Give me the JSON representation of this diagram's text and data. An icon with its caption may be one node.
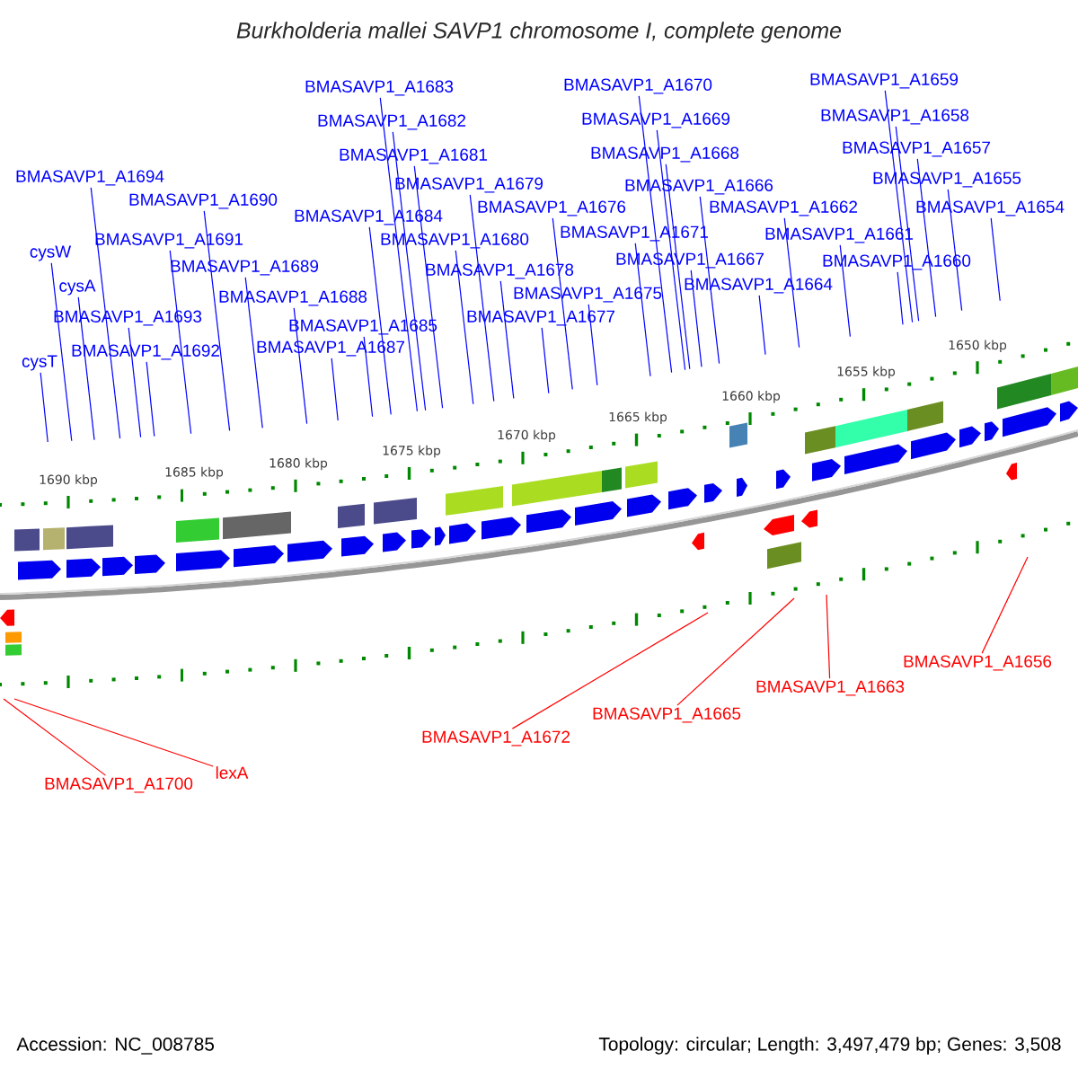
{
  "diagram": {
    "title": "Burkholderia mallei SAVP1 chromosome I, complete genome",
    "nodes": [
      {
        "text": [
          "BMASAVP1_A1659"
        ]
      },
      {
        "text": [
          "BMASAVP1_A1670"
        ]
      },
      {
        "text": [
          "BMASAVP1_A1683"
        ]
      },
      {
        "text": [
          "BMASAVP1_A1658"
        ]
      },
      {
        "text": [
          "BMASAVP1_A1669"
        ]
      },
      {
        "text": [
          "BMASAVP1_A1682"
        ]
      },
      {
        "text": [
          "BMASAVP1_A1657"
        ]
      },
      {
        "text": [
          "BMASAVP1_A1668"
        ]
      },
      {
        "text": [
          "BMASAVP1_A1681"
        ]
      },
      {
        "text": [
          "BMASAVP1_A1694"
        ]
      },
      {
        "text": [
          "BMASAVP1_A1655"
        ]
      },
      {
        "text": [
          "BMASAVP1_A1679"
        ]
      },
      {
        "text": [
          "BMASAVP1_A1666"
        ]
      },
      {
        "text": [
          "BMASAVP1_A1690"
        ]
      },
      {
        "text": [
          "BMASAVP1_A1676"
        ]
      },
      {
        "text": [
          "BMASAVP1_A1662"
        ]
      },
      {
        "text": [
          "BMASAVP1_A1654"
        ]
      },
      {
        "text": [
          "BMASAVP1_A1684"
        ]
      },
      {
        "text": [
          "BMASAVP1_A1671"
        ]
      },
      {
        "text": [
          "BMASAVP1_A1661"
        ]
      },
      {
        "text": [
          "BMASAVP1_A1691"
        ]
      },
      {
        "text": [
          "BMASAVP1_A1680"
        ]
      },
      {
        "text": [
          "cysW"
        ]
      },
      {
        "text": [
          "BMASAVP1_A1667"
        ]
      },
      {
        "text": [
          "BMASAVP1_A1660"
        ]
      },
      {
        "text": [
          "BMASAVP1_A1689"
        ]
      },
      {
        "text": [
          "BMASAVP1_A1678"
        ]
      },
      {
        "text": [
          "cysA"
        ]
      },
      {
        "text": [
          "BMASAVP1_A1664"
        ]
      },
      {
        "text": [
          "BMASAVP1_A1675"
        ]
      },
      {
        "text": [
          "BMASAVP1_A1688"
        ]
      },
      {
        "text": [
          "BMASAVP1_A1693"
        ]
      },
      {
        "text": [
          "BMASAVP1_A1677"
        ]
      },
      {
        "text": [
          "BMASAVP1_A1685"
        ]
      },
      {
        "text": [
          "BMASAVP1_A1687"
        ]
      },
      {
        "text": [
          "BMASAVP1_A1692"
        ]
      },
      {
        "text": [
          "cysT"
        ]
      },
      {
        "text": [
          "BMASAVP1_A1656"
        ]
      },
      {
        "text": [
          "BMASAVP1_A1663"
        ]
      },
      {
        "text": [
          "BMASAVP1_A1665"
        ]
      },
      {
        "text": [
          "BMASAVP1_A1672"
        ]
      },
      {
        "text": [
          "lexA"
        ]
      },
      {
        "text": [
          "BMASAVP1_A1700"
        ]
      }
    ],
    "edges": [
      {
        "from": 0,
        "to": null,
        "arrow": "none"
      },
      {
        "from": 1,
        "to": null,
        "arrow": "none"
      },
      {
        "from": 2,
        "to": null,
        "arrow": "none"
      },
      {
        "from": 3,
        "to": null,
        "arrow": "none"
      },
      {
        "from": 4,
        "to": null,
        "arrow": "none"
      },
      {
        "from": 5,
        "to": null,
        "arrow": "none"
      },
      {
        "from": 6,
        "to": null,
        "arrow": "none"
      },
      {
        "from": 7,
        "to": null,
        "arrow": "none"
      },
      {
        "from": 8,
        "to": null,
        "arrow": "none"
      },
      {
        "from": 9,
        "to": null,
        "arrow": "none"
      },
      {
        "from": 10,
        "to": null,
        "arrow": "none"
      },
      {
        "from": 11,
        "to": null,
        "arrow": "none"
      },
      {
        "from": 12,
        "to": null,
        "arrow": "none"
      },
      {
        "from": 13,
        "to": null,
        "arrow": "none"
      },
      {
        "from": 14,
        "to": null,
        "arrow": "none"
      },
      {
        "from": 15,
        "to": null,
        "arrow": "none"
      },
      {
        "from": 16,
        "to": null,
        "arrow": "none"
      },
      {
        "from": 17,
        "to": null,
        "arrow": "none"
      },
      {
        "from": 18,
        "to": null,
        "arrow": "none"
      },
      {
        "from": 19,
        "to": null,
        "arrow": "none"
      },
      {
        "from": 20,
        "to": null,
        "arrow": "none"
      },
      {
        "from": 21,
        "to": null,
        "arrow": "none"
      },
      {
        "from": 22,
        "to": null,
        "arrow": "none"
      },
      {
        "from": 23,
        "to": null,
        "arrow": "none"
      },
      {
        "from": 24,
        "to": null,
        "arrow": "none"
      },
      {
        "from": 25,
        "to": null,
        "arrow": "none"
      },
      {
        "from": 26,
        "to": null,
        "arrow": "none"
      },
      {
        "from": 27,
        "to": null,
        "arrow": "none"
      },
      {
        "from": 28,
        "to": null,
        "arrow": "none"
      },
      {
        "from": 29,
        "to": null,
        "arrow": "none"
      },
      {
        "from": 30,
        "to": null,
        "arrow": "none"
      },
      {
        "from": 31,
        "to": null,
        "arrow": "none"
      },
      {
        "from": 32,
        "to": null,
        "arrow": "none"
      },
      {
        "from": 33,
        "to": null,
        "arrow": "none"
      },
      {
        "from": 34,
        "to": null,
        "arrow": "none"
      },
      {
        "from": 35,
        "to": null,
        "arrow": "none"
      },
      {
        "from": 36,
        "to": null,
        "arrow": "none"
      },
      {
        "from": 37,
        "to": null,
        "arrow": "none",
        "color": "#ff0000"
      },
      {
        "from": 38,
        "to": null,
        "arrow": "none",
        "color": "#ff0000"
      },
      {
        "from": 39,
        "to": null,
        "arrow": "none",
        "color": "#ff0000"
      },
      {
        "from": 40,
        "to": null,
        "arrow": "none",
        "color": "#ff0000"
      },
      {
        "from": 41,
        "to": null,
        "arrow": "none",
        "color": "#ff0000"
      },
      {
        "from": 42,
        "to": null,
        "arrow": "none",
        "color": "#ff0000"
      }
    ],
    "labels": [
      "1690 kbp",
      "1685 kbp",
      "1680 kbp",
      "1675 kbp",
      "1670 kbp",
      "1665 kbp",
      "1660 kbp",
      "1655 kbp",
      "1650 kbp",
      "Accession: NC_008785",
      "Topology: circular; Length: 3,497,479 bp; Genes: 3,508"
    ]
  }
}
